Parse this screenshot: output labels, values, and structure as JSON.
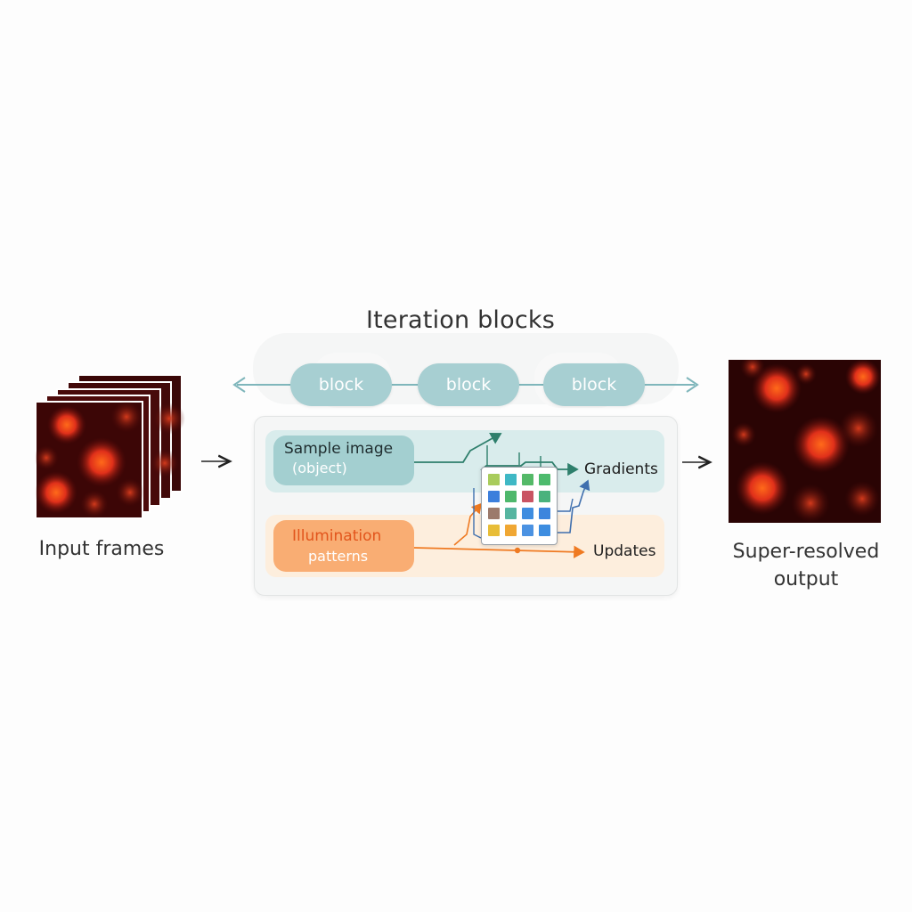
{
  "title": "Iteration blocks",
  "blocks": [
    {
      "label": "block"
    },
    {
      "label": "block"
    },
    {
      "label": "block"
    }
  ],
  "input_label": "Input frames",
  "output_label_line1": "Super-resolved",
  "output_label_line2": "output",
  "sample": {
    "line1": "Sample image",
    "line2": "(object)"
  },
  "illumination": {
    "line1": "Illumination",
    "line2": "patterns"
  },
  "gradients_label": "Gradients",
  "updates_label": "Updates",
  "colors": {
    "teal_block": "#a7cfd2",
    "teal_lane": "#d9ecec",
    "orange_lane": "#fdeedd",
    "orange_pill": "#f9ad73",
    "arrow_teal": "#7fb6bb",
    "arrow_green": "#2e7f6c",
    "arrow_orange": "#ef7a22",
    "arrow_blue": "#3f6fae"
  },
  "matrix_cells": [
    [
      "#a9cc5c",
      "#3fb8c5",
      "#54b968",
      "#4dbb6d"
    ],
    [
      "#3c7fdc",
      "#4eb86c",
      "#c95463",
      "#4ab27d"
    ],
    [
      "#9c7a6c",
      "#56b5a0",
      "#3f8de0",
      "#3d85dd"
    ],
    [
      "#e8bd37",
      "#f0a733",
      "#4b92e2",
      "#3d8de0"
    ]
  ],
  "icons": {
    "input_stack": "microscopy-frame-stack-icon",
    "output_image": "super-resolved-image-icon",
    "matrix": "matrix-grid-icon"
  }
}
